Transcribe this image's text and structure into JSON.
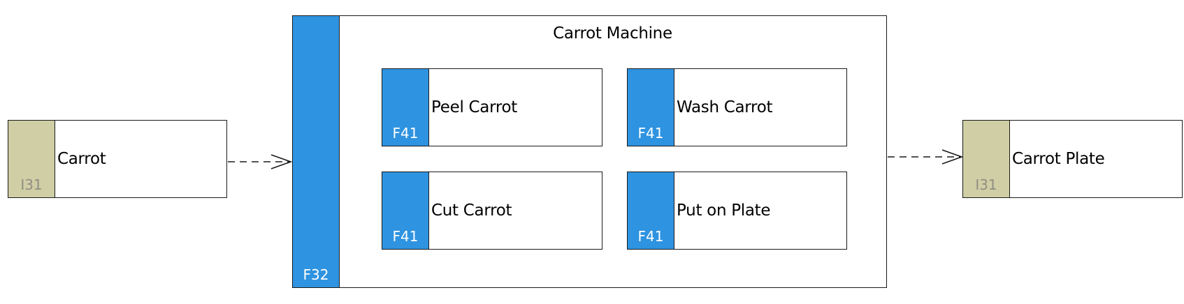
{
  "inputs": {
    "carrot": {
      "label": "Carrot",
      "tag": "I31"
    }
  },
  "outputs": {
    "carrot_plate": {
      "label": "Carrot Plate",
      "tag": "I31"
    }
  },
  "machine": {
    "title": "Carrot Machine",
    "tag": "F32",
    "functions": [
      {
        "label": "Peel Carrot",
        "tag": "F41"
      },
      {
        "label": "Wash Carrot",
        "tag": "F41"
      },
      {
        "label": "Cut Carrot",
        "tag": "F41"
      },
      {
        "label": "Put on Plate",
        "tag": "F41"
      }
    ]
  },
  "colors": {
    "function": "#2e93e0",
    "item": "#cfcea5",
    "border": "#1a1a1a"
  }
}
